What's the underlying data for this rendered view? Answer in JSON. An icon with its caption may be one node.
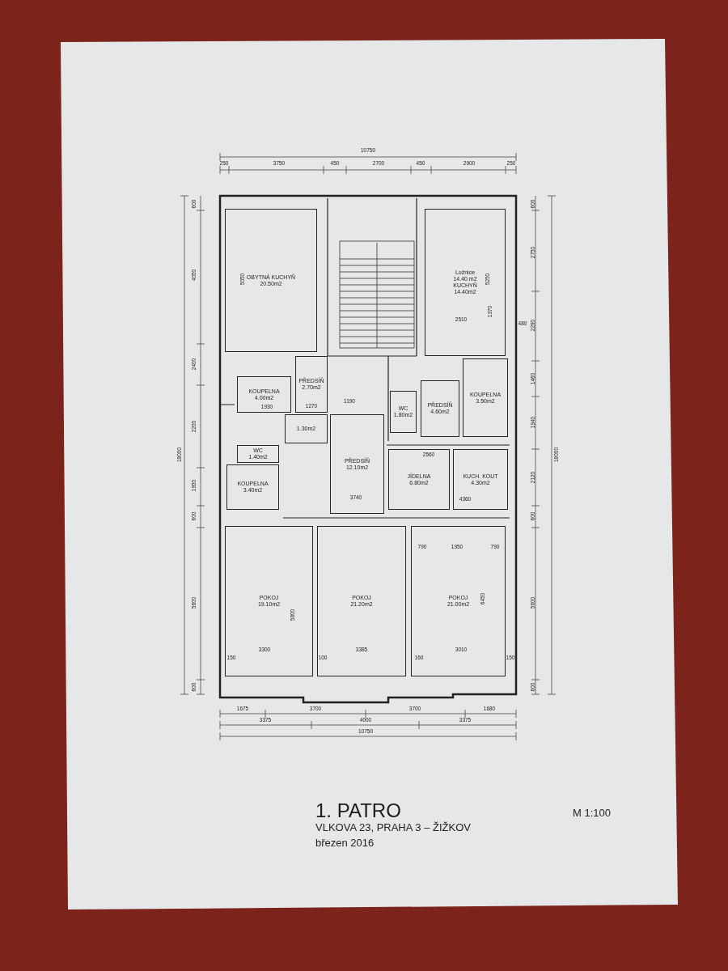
{
  "diagram": {
    "title": "1. PATRO",
    "nodes": [
      {
        "text": [
          "OBYTNÁ KUCHYŇ",
          "20.50m2"
        ]
      },
      {
        "text": [
          "Ložnice",
          "14.40 m2",
          "KUCHYŇ",
          "14.40m2"
        ]
      },
      {
        "text": [
          "KOUPELNA",
          "4.00m2"
        ]
      },
      {
        "text": [
          "PŘEDSÍŇ",
          "2.70m2"
        ]
      },
      {
        "text": [
          "1.30m2"
        ]
      },
      {
        "text": [
          "WC",
          "1.40m2"
        ]
      },
      {
        "text": [
          "KOUPELNA",
          "3.40m2"
        ]
      },
      {
        "text": [
          "PŘEDSÍŇ",
          "12.10m2"
        ]
      },
      {
        "text": [
          "WC",
          "1.80m2"
        ]
      },
      {
        "text": [
          "PŘEDSÍŇ",
          "4.60m2"
        ]
      },
      {
        "text": [
          "KOUPELNA",
          "3.50m2"
        ]
      },
      {
        "text": [
          "JÍDELNA",
          "6.80m2"
        ]
      },
      {
        "text": [
          "KUCH. KOUT",
          "4.30m2"
        ]
      },
      {
        "text": [
          "POKOJ",
          "19.10m2"
        ]
      },
      {
        "text": [
          "POKOJ",
          "21.20m2"
        ]
      },
      {
        "text": [
          "POKOJ",
          "21.00m2"
        ]
      }
    ],
    "labels": [
      "10750",
      "250",
      "3750",
      "450",
      "2700",
      "450",
      "2900",
      "250",
      "600",
      "600",
      "4050",
      "5050",
      "5250",
      "2750",
      "1370",
      "2510",
      "480",
      "2290",
      "2400",
      "1460",
      "1930",
      "1270",
      "1190",
      "2200",
      "1940",
      "3740",
      "2560",
      "4360",
      "1950",
      "2120",
      "600",
      "600",
      "790",
      "1950",
      "790",
      "5600",
      "5800",
      "6450",
      "5600",
      "150",
      "3300",
      "100",
      "3385",
      "160",
      "3010",
      "150",
      "600",
      "600",
      "1675",
      "3700",
      "3700",
      "1680",
      "3375",
      "4000",
      "3375",
      "10750",
      "18000",
      "18000",
      "VLKOVA 23, PRAHA 3 – ŽIŽKOV",
      "březen 2016",
      "M 1:100"
    ]
  }
}
